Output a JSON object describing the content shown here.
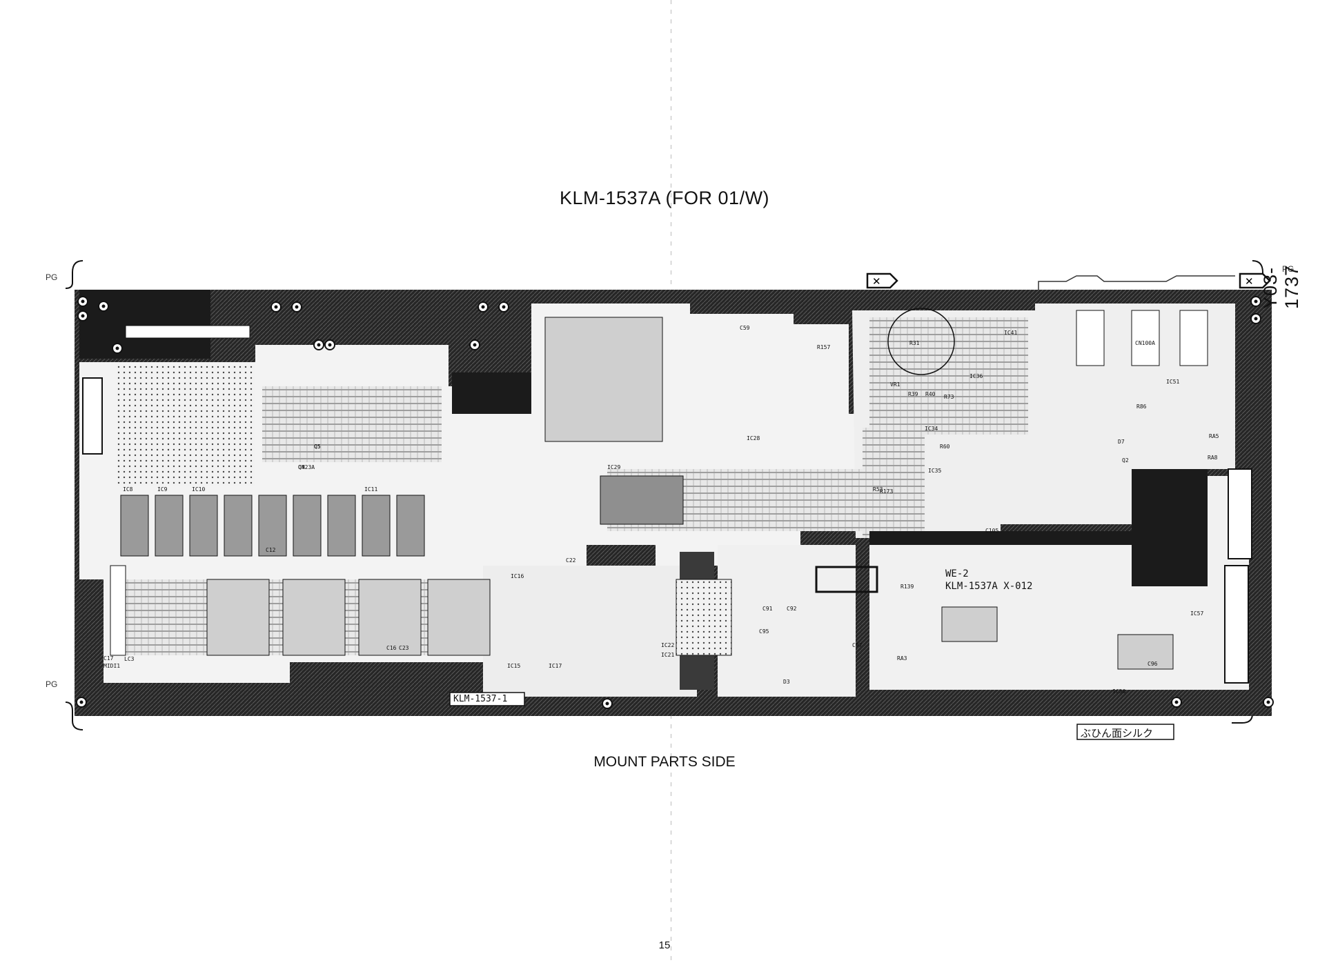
{
  "page": {
    "title": "KLM-1537A (FOR 01/W)",
    "caption": "MOUNT PARTS SIDE",
    "page_number": "15",
    "board_id_vertical": "Y03-1737"
  },
  "board": {
    "silk_label_bottom": "KLM-1537-1",
    "silk_title_line1": "WE-2",
    "silk_title_line2": "KLM-1537A  X-012",
    "silk_note_jp": "ぶひん面シルク",
    "markers": {
      "pg_top_left": "PG",
      "pg_bottom_left": "PG",
      "pg_top_right": "PG"
    },
    "component_labels": [
      "CN23A",
      "C5",
      "C12",
      "C16",
      "C17",
      "C22",
      "C23",
      "C59",
      "IC8",
      "IC9",
      "IC10",
      "IC11",
      "IC15",
      "IC16",
      "IC17",
      "IC21",
      "IC22",
      "IC28",
      "IC29",
      "IC34",
      "IC35",
      "IC36",
      "IC41",
      "IC51",
      "IC56",
      "IC57",
      "VR1",
      "R31",
      "R39",
      "R40",
      "R53",
      "R60",
      "R73",
      "R86",
      "R139",
      "R157",
      "R173",
      "CN100A",
      "MIDI1",
      "LC3",
      "RA3",
      "RA5",
      "RA8",
      "C91",
      "C92",
      "C95",
      "C96",
      "C97",
      "C105",
      "D3",
      "D7",
      "Q2",
      "Q4",
      "Q5"
    ]
  },
  "colors": {
    "copper_dark": "#1b1b1b",
    "copper_mid": "#6d6d6d",
    "board_light": "#f4f4f4",
    "trace": "#ffffff"
  }
}
